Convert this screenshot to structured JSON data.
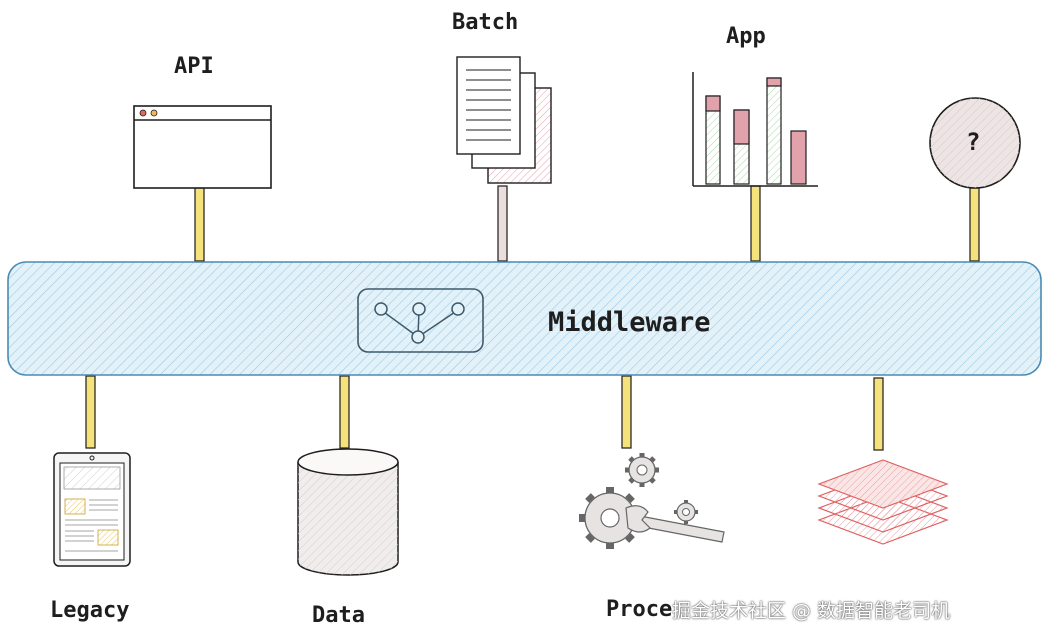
{
  "diagram": {
    "bus": {
      "label": "Middleware",
      "fill": "#d3ebf7",
      "stroke": "#4a8bb3"
    },
    "connector_color": "#f5e27a",
    "top_nodes": [
      {
        "id": "api",
        "label": "API"
      },
      {
        "id": "batch",
        "label": "Batch"
      },
      {
        "id": "app",
        "label": "App"
      },
      {
        "id": "unknown",
        "label": "",
        "symbol": "?"
      }
    ],
    "bottom_nodes": [
      {
        "id": "legacy",
        "label": "Legacy"
      },
      {
        "id": "data",
        "label": "Data"
      },
      {
        "id": "process",
        "label": "Proce"
      },
      {
        "id": "stack",
        "label": ""
      }
    ],
    "watermark": "掘金技术社区 @ 数据智能老司机"
  }
}
